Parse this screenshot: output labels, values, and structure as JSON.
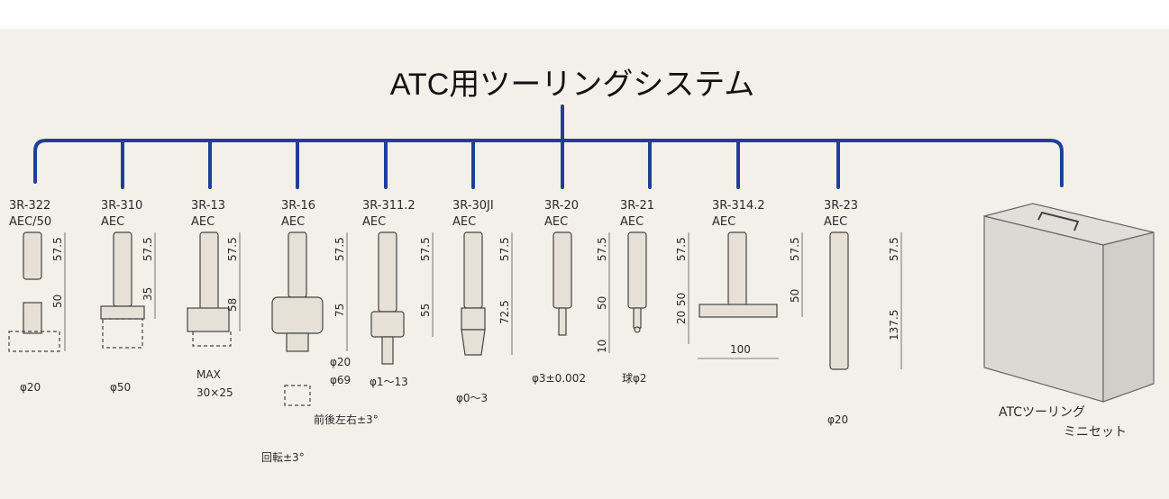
{
  "title": "ATC用ツーリングシステム",
  "colors": {
    "trunk": "#1f3f99",
    "background": "#f3f0ea",
    "tool": "#e6e0d6",
    "line": "#333333"
  },
  "tools": [
    {
      "code": "3R-322",
      "type": "AEC/50",
      "dims": [
        "57.5",
        "50"
      ],
      "notes": [
        "φ20"
      ]
    },
    {
      "code": "3R-310",
      "type": "AEC",
      "dims": [
        "57.5",
        "35"
      ],
      "notes": [
        "φ50"
      ]
    },
    {
      "code": "3R-13",
      "type": "AEC",
      "dims": [
        "57.5",
        "58"
      ],
      "notes": [
        "MAX",
        "30×25"
      ]
    },
    {
      "code": "3R-16",
      "type": "AEC",
      "dims": [
        "57.5",
        "75"
      ],
      "notes": [
        "φ20",
        "φ69",
        "前後左右±3°",
        "回転±3°"
      ]
    },
    {
      "code": "3R-311.2",
      "type": "AEC",
      "dims": [
        "57.5",
        "55"
      ],
      "notes": [
        "φ1～13"
      ]
    },
    {
      "code": "3R-30JI",
      "type": "AEC",
      "dims": [
        "57.5",
        "72.5"
      ],
      "notes": [
        "φ0～3"
      ]
    },
    {
      "code": "3R-20",
      "type": "AEC",
      "dims": [
        "57.5",
        "50",
        "10"
      ],
      "notes": [
        "φ3±0.002"
      ]
    },
    {
      "code": "3R-21",
      "type": "AEC",
      "dims": [
        "57.5",
        "50",
        "20"
      ],
      "notes": [
        "球φ2"
      ]
    },
    {
      "code": "3R-314.2",
      "type": "AEC",
      "dims": [
        "57.5",
        "50"
      ],
      "notes": [
        "100"
      ]
    },
    {
      "code": "3R-23",
      "type": "AEC",
      "dims": [
        "57.5",
        "137.5"
      ],
      "notes": [
        "φ20"
      ]
    }
  ],
  "minikit": {
    "label1": "ATCツーリング",
    "label2": "ミニセット"
  }
}
